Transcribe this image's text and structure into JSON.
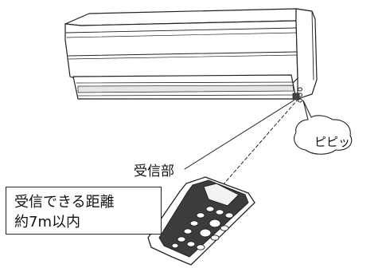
{
  "labels": {
    "receiver": "受信部",
    "distance_line1": "受信できる距離",
    "distance_line2": "約7m以内",
    "beep": "ピピッ"
  },
  "colors": {
    "line": "#222222",
    "fill": "#ffffff",
    "shade": "#e6e6e6",
    "remote_face": "#3c3c3c"
  }
}
